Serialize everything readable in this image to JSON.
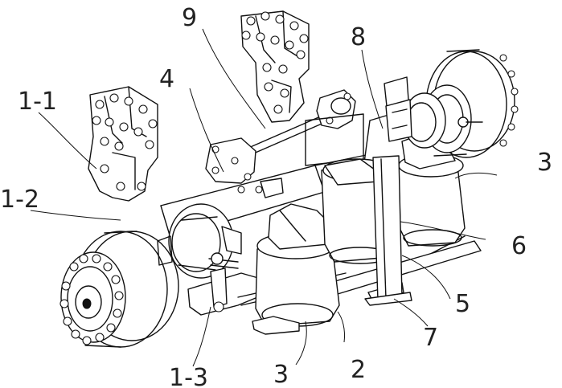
{
  "labels": {
    "l_1_1": "1-1",
    "l_1_2": "1-2",
    "l_1_3": "1-3",
    "l_2": "2",
    "l_3_right": "3",
    "l_3_bottom": "3",
    "l_4": "4",
    "l_5": "5",
    "l_6": "6",
    "l_7": "7",
    "l_8": "8",
    "l_9": "9"
  },
  "colors": {
    "line": "#111111",
    "background": "#ffffff"
  }
}
